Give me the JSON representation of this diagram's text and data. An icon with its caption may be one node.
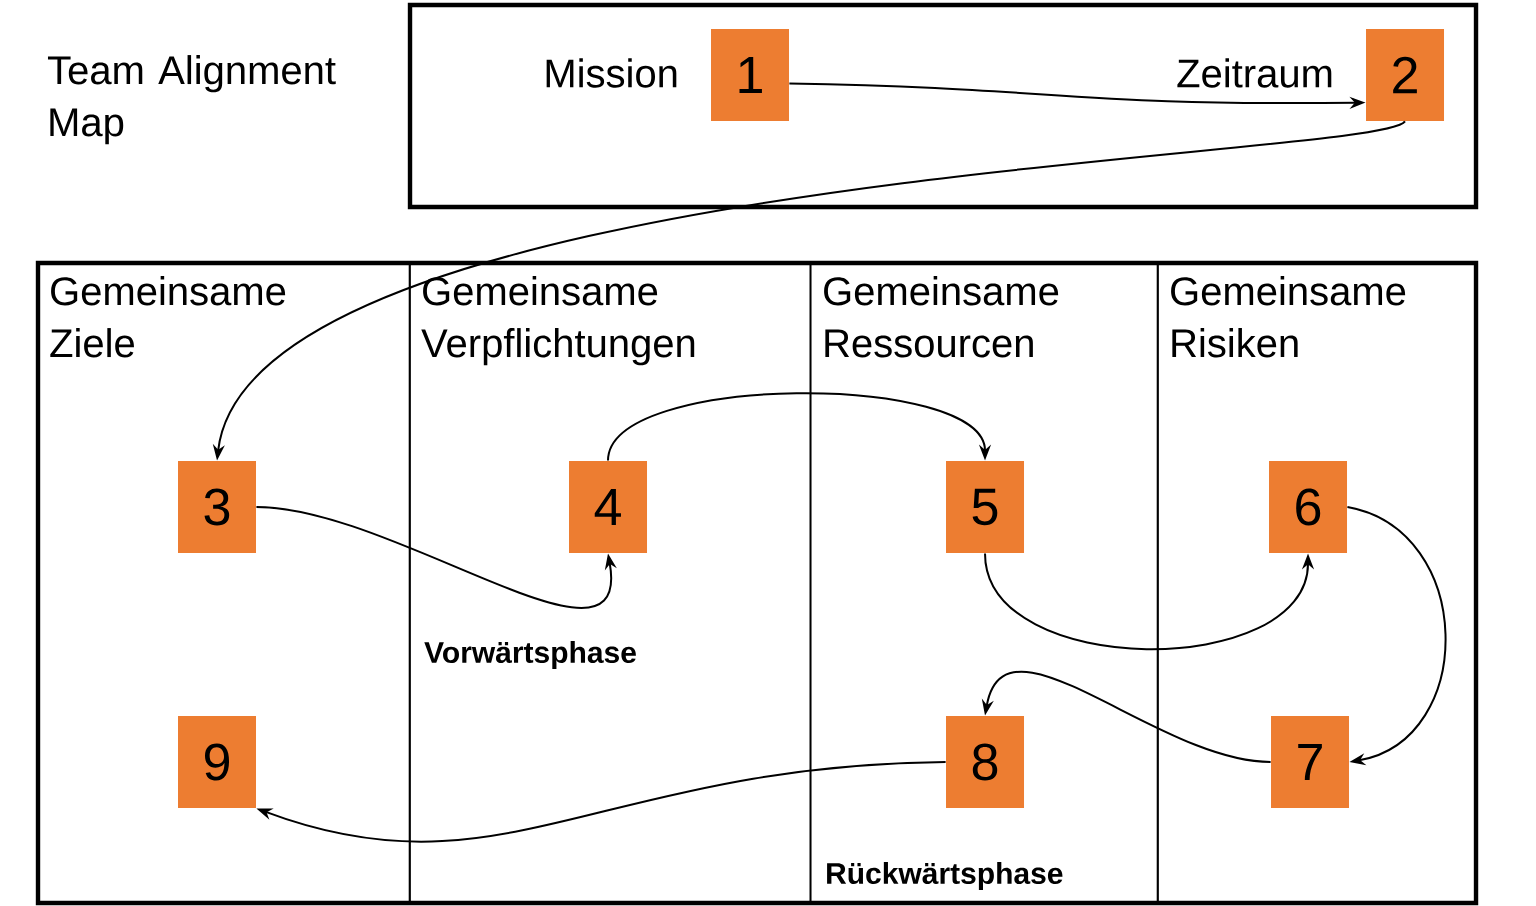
{
  "diagram": {
    "title": "Team Alignment Map",
    "nodes": [
      {
        "text": [],
        "shape": "box"
      },
      {
        "text": [
          "1"
        ],
        "in": 0,
        "beside": [
          "Mission"
        ]
      },
      {
        "text": [
          "2"
        ],
        "in": 0,
        "beside": [
          "Zeitraum"
        ]
      },
      {
        "text": [],
        "shape": "box"
      },
      {
        "text": [
          "Gemeinsame Ziele"
        ],
        "in": 3
      },
      {
        "text": [
          "Gemeinsame Verpflichtungen"
        ],
        "in": 3
      },
      {
        "text": [
          "Gemeinsame Ressourcen"
        ],
        "in": 3
      },
      {
        "text": [
          "Gemeinsame Risiken"
        ],
        "in": 3
      },
      {
        "text": [
          "3"
        ],
        "in": 4
      },
      {
        "text": [
          "4"
        ],
        "in": 5
      },
      {
        "text": [
          "5"
        ],
        "in": 6
      },
      {
        "text": [
          "6"
        ],
        "in": 7
      },
      {
        "text": [
          "9"
        ],
        "in": 4
      },
      {
        "text": [
          "8"
        ],
        "in": 6
      },
      {
        "text": [
          "7"
        ],
        "in": 7
      }
    ],
    "edges": [
      {
        "from": 1,
        "to": 2,
        "arrow": "to"
      },
      {
        "from": 2,
        "to": 8,
        "arrow": "to"
      },
      {
        "from": 8,
        "to": 9,
        "arrow": "to"
      },
      {
        "from": 9,
        "to": 10,
        "arrow": "to"
      },
      {
        "from": 10,
        "to": 11,
        "arrow": "to"
      },
      {
        "from": 11,
        "to": 14,
        "arrow": "to"
      },
      {
        "from": 14,
        "to": 13,
        "arrow": "to"
      },
      {
        "from": 13,
        "to": 12,
        "arrow": "to"
      }
    ],
    "labels": [
      "Vorwärtsphase",
      "Rückwärtsphase"
    ]
  }
}
